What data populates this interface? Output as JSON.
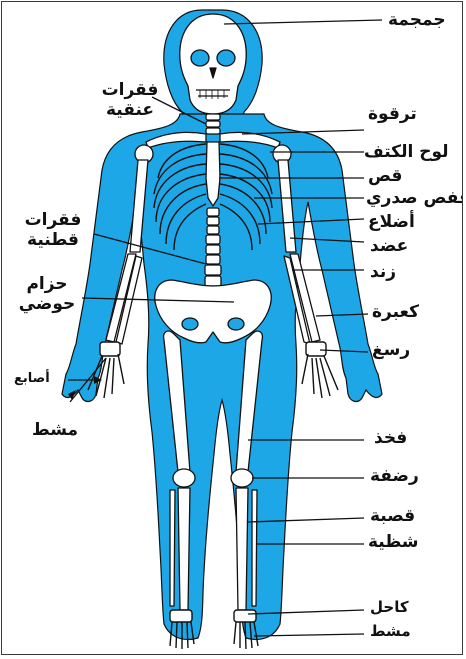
{
  "figure": {
    "body_color": "#1ea7e6",
    "bone_color": "#ffffff",
    "outline_color": "#111111"
  },
  "labels": {
    "skull": "جمجمة",
    "cervical_1": "فقرات",
    "cervical_2": "عنقية",
    "clavicle": "ترقوة",
    "scapula": "لوح الكتف",
    "sternum": "قص",
    "rib_cage": "قفص صدري",
    "ribs": "أضلاع",
    "humerus": "عضد",
    "ulna": "زند",
    "lumbar_1": "فقرات",
    "lumbar_2": "قطنية",
    "pelvis_1": "حزام",
    "pelvis_2": "حوضي",
    "radius": "كعبرة",
    "wrist": "رسغ",
    "fingers": "أصابع",
    "metacarpals": "مشط",
    "femur": "فخذ",
    "patella": "رضفة",
    "tibia": "قصبة",
    "fibula": "شظية",
    "tarsals": "كاحل",
    "metatarsals": "مشط"
  }
}
